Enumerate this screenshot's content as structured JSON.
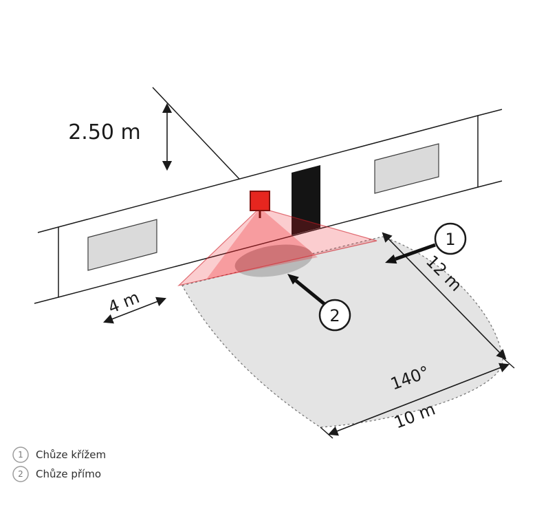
{
  "diagram": {
    "dimensions": {
      "mounting_height": "2.50 m",
      "side_distance": "4 m",
      "reach": "12 m",
      "width": "10 m",
      "angle": "140°"
    },
    "callouts": {
      "one": {
        "number": "1"
      },
      "two": {
        "number": "2"
      }
    },
    "legend": [
      {
        "number": "1",
        "label": "Chůze křížem"
      },
      {
        "number": "2",
        "label": "Chůze přímo"
      }
    ],
    "colors": {
      "sensor_red": "#e6261f",
      "beam_pink": "#ec1c24",
      "zone_gray": "#e4e4e4",
      "zone_inner_gray": "#b9b9b9",
      "window_gray": "#dadada",
      "door_black": "#141414",
      "line_black": "#1a1a1a"
    }
  }
}
